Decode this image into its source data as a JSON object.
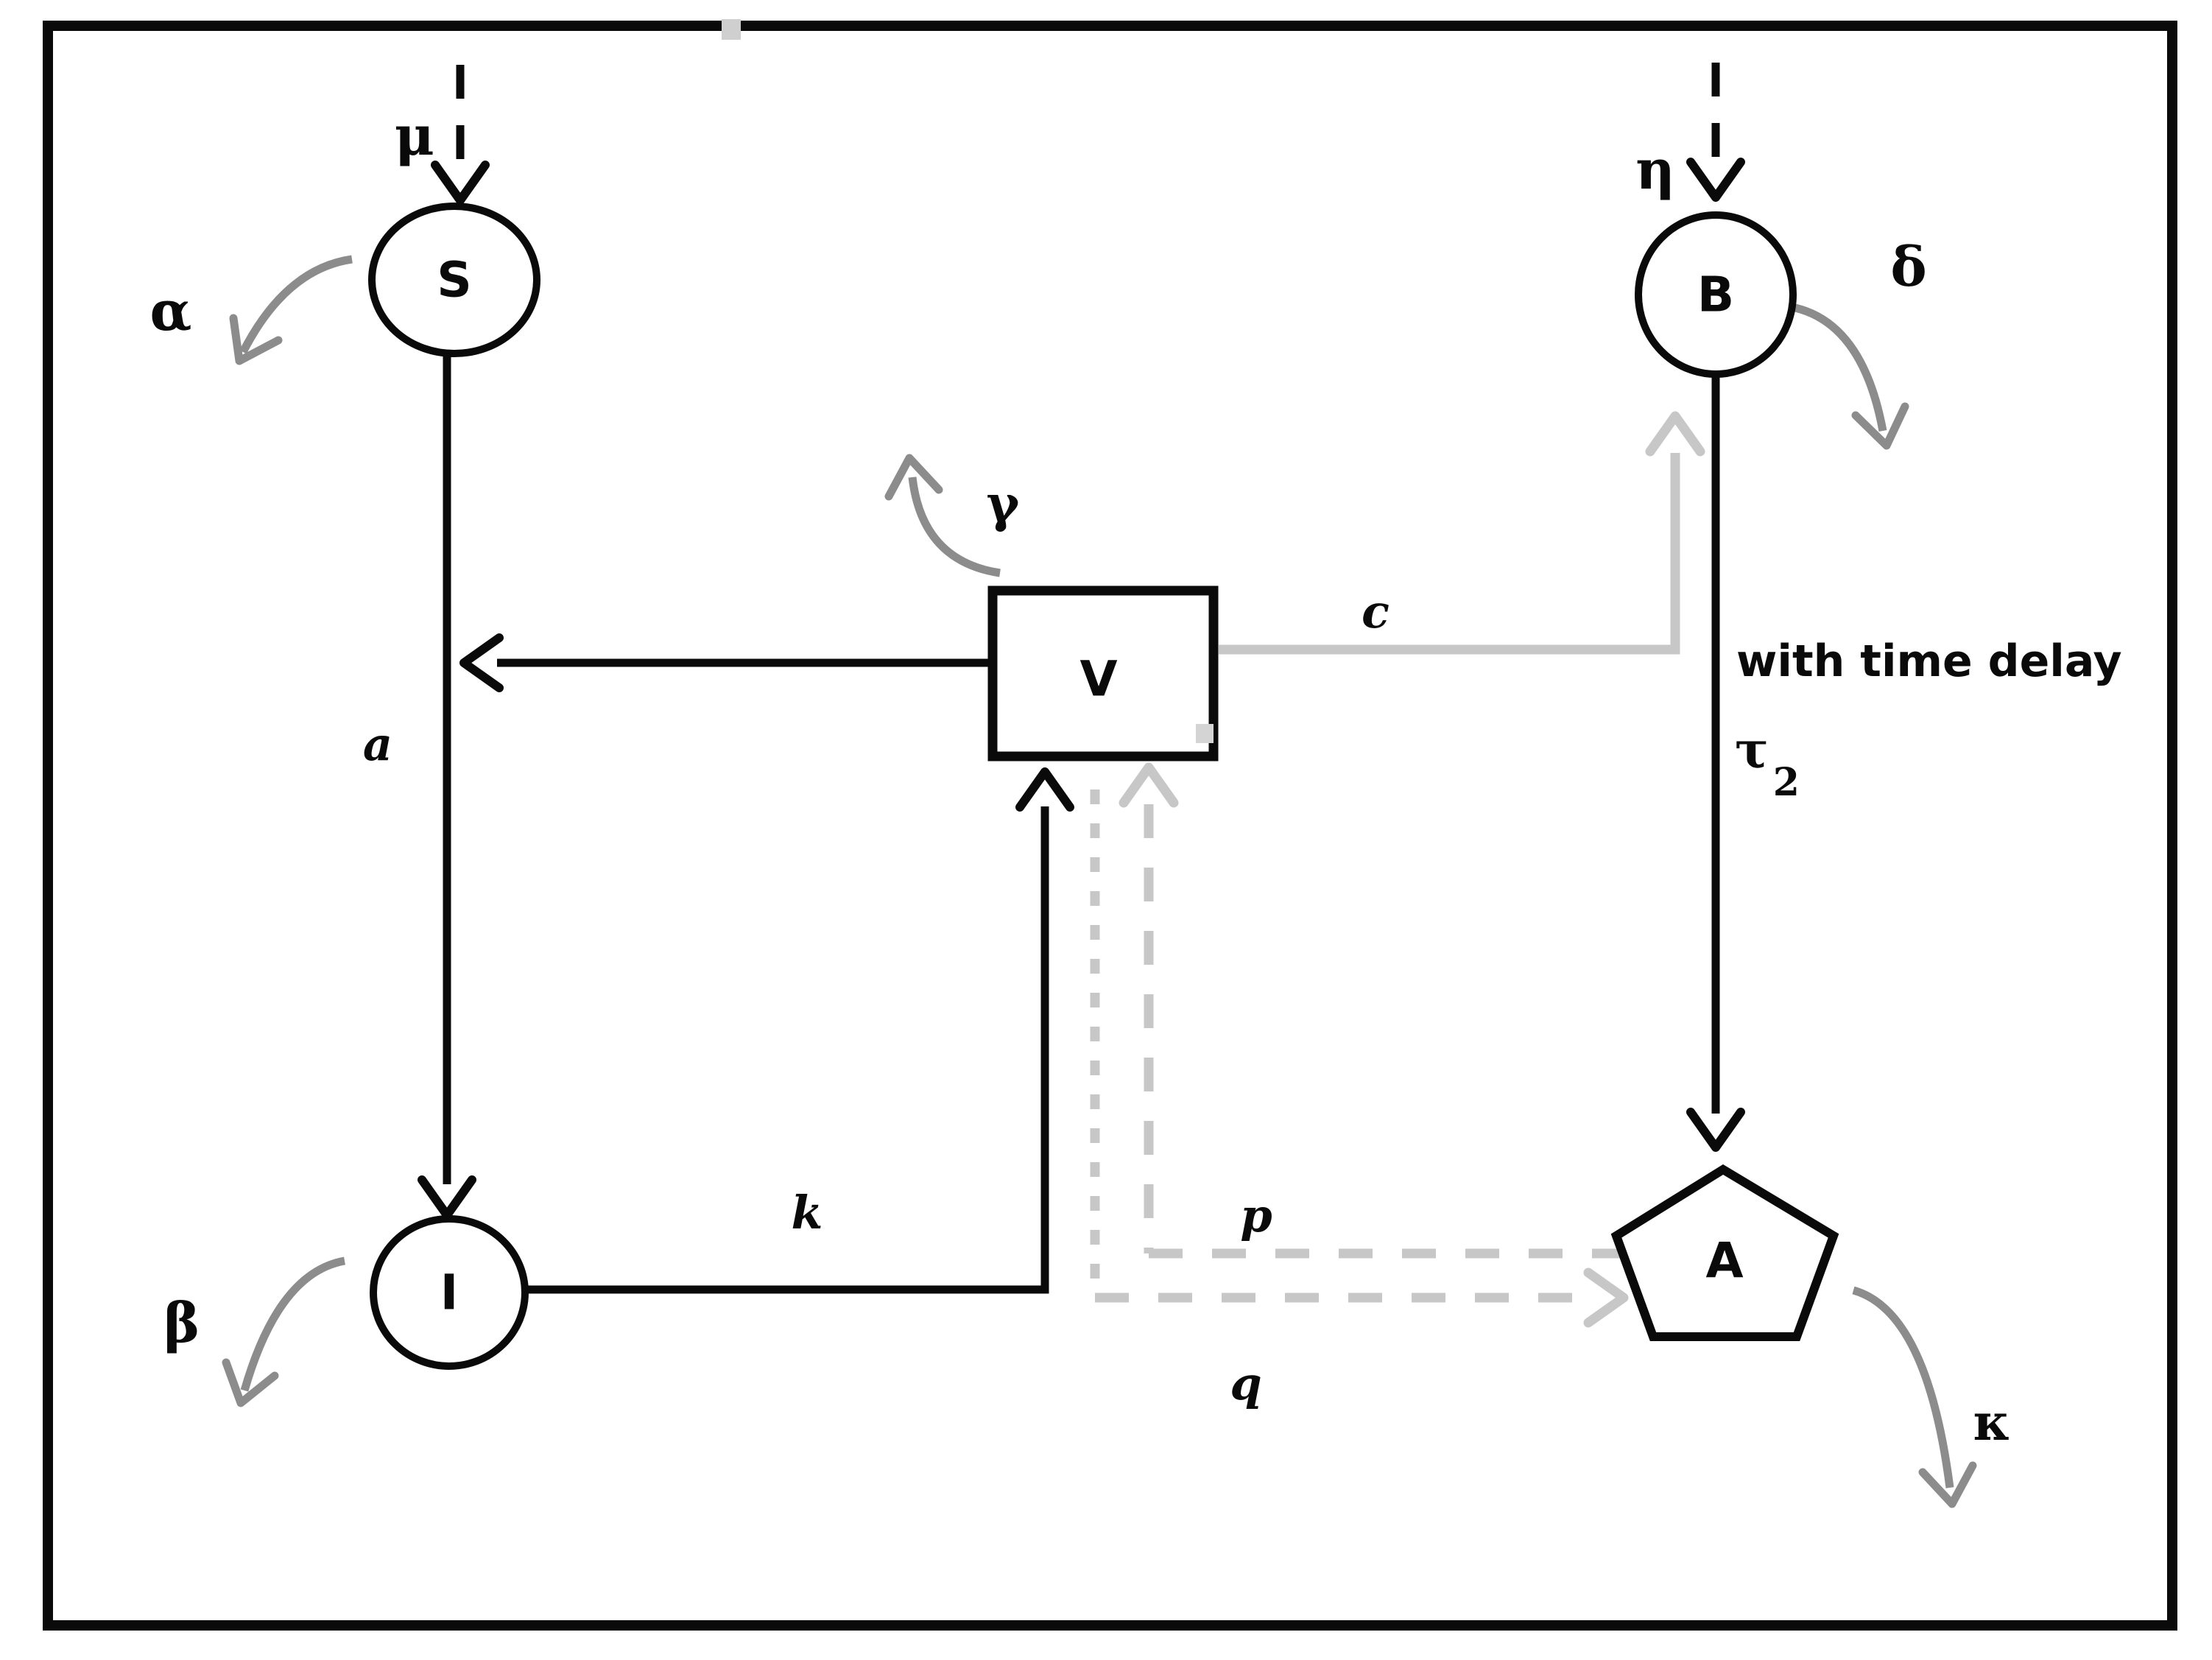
{
  "diagram": {
    "type": "compartmental-model-flow-diagram",
    "background": "#ffffff",
    "colors": {
      "ink": "#0a0a0a",
      "loop_gray": "#8c8c8c",
      "pathway_light_gray": "#c7c7c7"
    },
    "nodes": [
      {
        "id": "S",
        "label": "S",
        "shape": "circle"
      },
      {
        "id": "B",
        "label": "B",
        "shape": "circle"
      },
      {
        "id": "V",
        "label": "V",
        "shape": "rectangle"
      },
      {
        "id": "I",
        "label": "I",
        "shape": "circle"
      },
      {
        "id": "A",
        "label": "A",
        "shape": "pentagon"
      }
    ],
    "flow_labels": {
      "mu": "μ",
      "eta": "η",
      "alpha": "α",
      "beta": "β",
      "gamma": "γ",
      "delta": "δ",
      "kappa": "κ",
      "a": "a",
      "k": "k",
      "c": "c",
      "p": "p",
      "q": "q"
    },
    "note": {
      "line1": "with time delay",
      "tau": "τ",
      "tau_subscript": "2"
    }
  }
}
